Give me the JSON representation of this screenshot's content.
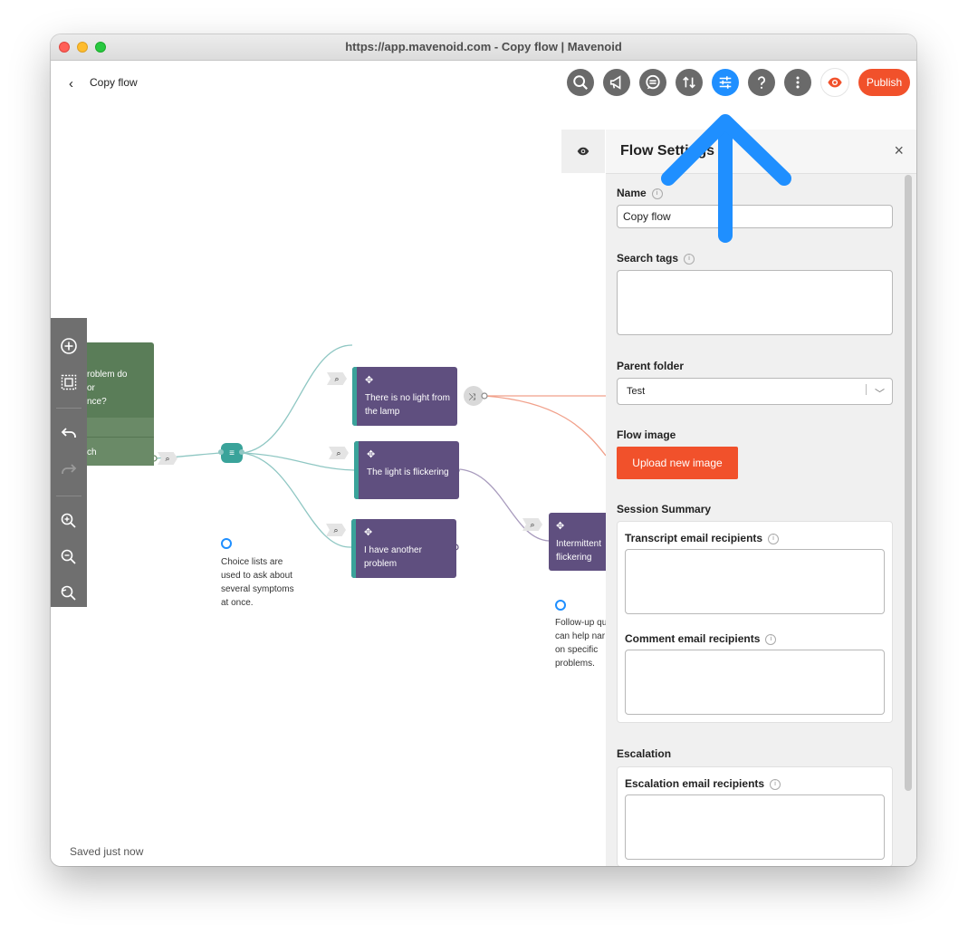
{
  "window": {
    "title": "https://app.mavenoid.com - Copy flow | Mavenoid"
  },
  "header": {
    "back": "‹",
    "flow_name": "Copy flow",
    "publish": "Publish"
  },
  "toolbar_icons": [
    "search-icon",
    "megaphone-icon",
    "chat-search-icon",
    "sort-icon",
    "settings-sliders-icon",
    "help-icon",
    "more-icon",
    "preview-eye-icon"
  ],
  "canvas": {
    "green_node": {
      "text_line1": "roblem do",
      "text_line2": "or",
      "text_line3": "nce?",
      "footer": "ch"
    },
    "nodes": [
      {
        "text": "There is no light from the lamp"
      },
      {
        "text": "The light is flickering"
      },
      {
        "text": "I have another problem"
      },
      {
        "text": "Intermittent flickering"
      }
    ],
    "annotations": [
      {
        "text": "Choice lists are used to ask about several symptoms at once."
      },
      {
        "text": "Follow-up qu can help nar on specific problems."
      }
    ],
    "status": "Saved just now"
  },
  "panel": {
    "title": "Flow Settings",
    "close": "×",
    "name_label": "Name",
    "name_value": "Copy flow",
    "search_tags_label": "Search tags",
    "parent_folder_label": "Parent folder",
    "parent_folder_value": "Test",
    "flow_image_label": "Flow image",
    "upload_button": "Upload new image",
    "session_summary_label": "Session Summary",
    "transcript_label": "Transcript email recipients",
    "comment_label": "Comment email recipients",
    "escalation_label": "Escalation",
    "escalation_recipients_label": "Escalation email recipients"
  },
  "colors": {
    "accent": "#1f8fff",
    "publish": "#f1512b",
    "node": "#5f4f7f",
    "teal": "#3aa39a",
    "green": "#5a7d58"
  }
}
